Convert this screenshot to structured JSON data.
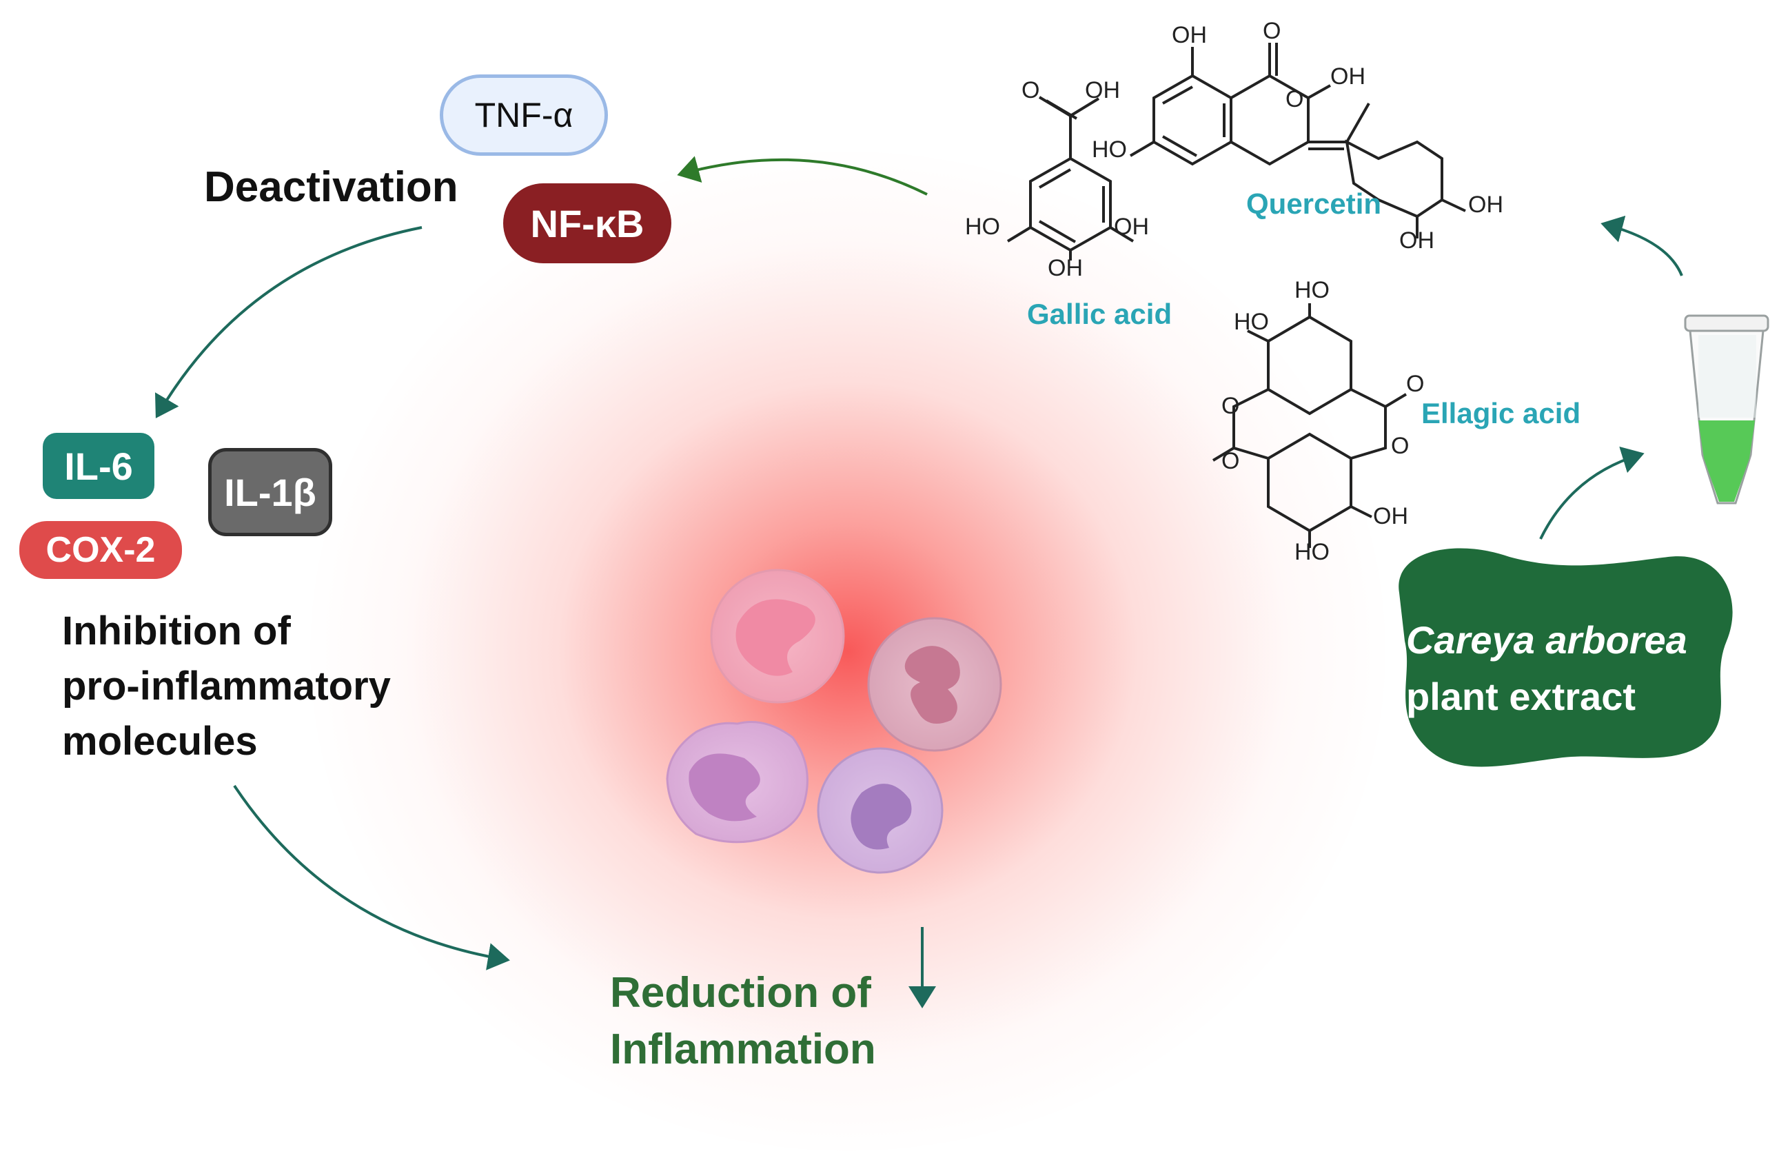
{
  "markers": {
    "tnf_alpha": "TNF-α",
    "nf_kb": "NF-κB",
    "il6": "IL-6",
    "cox2": "COX-2",
    "il1b": "IL-1β"
  },
  "steps": {
    "deactivation": "Deactivation",
    "inhibition": [
      "Inhibition of",
      "pro-inflammatory",
      "molecules"
    ],
    "reduction": [
      "Reduction of",
      "Inflammation"
    ]
  },
  "compounds": {
    "gallic_acid": "Gallic acid",
    "quercetin": "Quercetin",
    "ellagic_acid": "Ellagic acid"
  },
  "atoms": {
    "o": "O",
    "oh": "OH",
    "ho": "HO"
  },
  "source": {
    "species": "Careya arborea",
    "extract": "plant extract"
  },
  "colors": {
    "nf_kb": "#8a1f23",
    "il6": "#1f8476",
    "cox2": "#df4b4b",
    "il1b": "#6a6a6a",
    "arrow": "#1d6a5c",
    "compound_label": "#2aa5b5",
    "reduction_text": "#2f6e36",
    "leaf": "#1f6b3a",
    "inflammation_glow": "#f85050"
  },
  "icons": [
    "neutrophil-cell-icon",
    "microcentrifuge-tube-icon",
    "leaf-blob-icon",
    "down-arrow-icon"
  ]
}
